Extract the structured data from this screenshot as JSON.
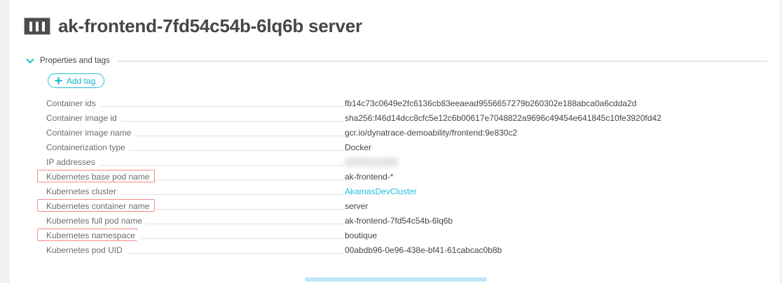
{
  "header": {
    "icon": "server-icon",
    "title": "ak-frontend-7fd54c54b-6lq6b server"
  },
  "section": {
    "chevron_icon": "chevron-down-icon",
    "label": "Properties and tags"
  },
  "toolbar": {
    "add_tag_label": "Add tag",
    "plus_icon": "plus-icon"
  },
  "colors": {
    "accent": "#1fbfd4",
    "highlight": "#f4898a",
    "title": "#454646",
    "key": "#6d6d6d",
    "rule": "#e3e3e3",
    "progress": "#bfe7f8"
  },
  "properties": [
    {
      "key": "Container ids",
      "value": "fb14c73c0649e2fc6136cb83eeaead9556657279b260302e188abca0a6cdda2d",
      "style": "plain",
      "highlighted": false
    },
    {
      "key": "Container image id",
      "value": "sha256:f46d14dcc8cfc5e12c6b00617e7048822a9696c49454e641845c10fe3920fd42",
      "style": "plain",
      "highlighted": false
    },
    {
      "key": "Container image name",
      "value": "gcr.io/dynatrace-demoability/frontend:9e830c2",
      "style": "plain",
      "highlighted": false
    },
    {
      "key": "Containerization type",
      "value": "Docker",
      "style": "plain",
      "highlighted": false
    },
    {
      "key": "IP addresses",
      "value": "172.31.3.155",
      "style": "redacted",
      "highlighted": false
    },
    {
      "key": "Kubernetes base pod name",
      "value": "ak-frontend-*",
      "style": "plain",
      "highlighted": true,
      "highlight_width": 168
    },
    {
      "key": "Kubernetes cluster",
      "value": "AkamasDevCluster",
      "style": "link",
      "highlighted": false
    },
    {
      "key": "Kubernetes container name",
      "value": "server",
      "style": "plain",
      "highlighted": true,
      "highlight_width": 168
    },
    {
      "key": "Kubernetes full pod name",
      "value": "ak-frontend-7fd54c54b-6lq6b",
      "style": "plain",
      "highlighted": false
    },
    {
      "key": "Kubernetes namespace",
      "value": "boutique",
      "style": "plain",
      "highlighted": true,
      "highlight_width": 143
    },
    {
      "key": "Kubernetes pod UID",
      "value": "00abdb96-0e96-438e-bf41-61cabcac0b8b",
      "style": "plain",
      "highlighted": false
    }
  ],
  "footer": {
    "progress_bar": "horizontal-scrollbar"
  }
}
